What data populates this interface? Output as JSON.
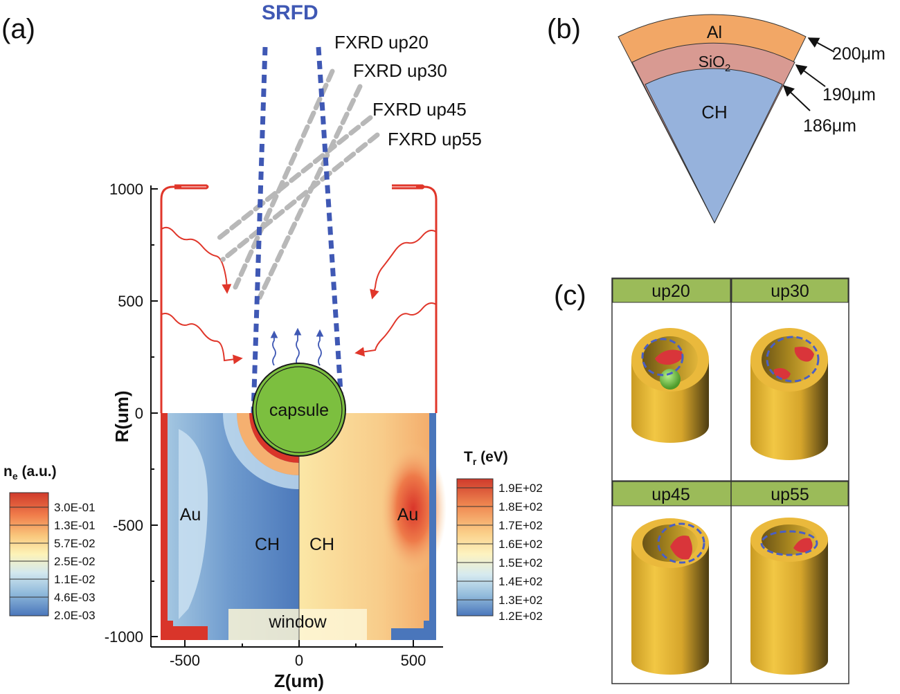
{
  "panels": {
    "a": {
      "label": "(a)",
      "detector_srfd": "SRFD",
      "detectors": [
        "FXRD up20",
        "FXRD up30",
        "FXRD up45",
        "FXRD up55"
      ],
      "x_axis_label": "Z(um)",
      "y_axis_label": "R(um)",
      "x_ticks": [
        "-500",
        "0",
        "500"
      ],
      "y_ticks": [
        "1000",
        "500",
        "0",
        "-500",
        "-1000"
      ],
      "capsule_label": "capsule",
      "regions": {
        "au_left": "Au",
        "au_right": "Au",
        "ch_left": "CH",
        "ch_right": "CH",
        "window": "window"
      },
      "colorbar_ne": {
        "title": "n",
        "title_sub": "e",
        "title_rest": " (a.u.)",
        "ticks": [
          "3.0E-01",
          "1.3E-01",
          "5.7E-02",
          "2.5E-02",
          "1.1E-02",
          "4.6E-03",
          "2.0E-03"
        ]
      },
      "colorbar_tr": {
        "title": "T",
        "title_sub": "r",
        "title_rest": " (eV)",
        "ticks": [
          "1.9E+02",
          "1.8E+02",
          "1.7E+02",
          "1.6E+02",
          "1.5E+02",
          "1.4E+02",
          "1.3E+02",
          "1.2E+02"
        ]
      }
    },
    "b": {
      "label": "(b)",
      "layers": [
        "Al",
        "SiO",
        "CH"
      ],
      "sio2_sub": "2",
      "radii": [
        "200μm",
        "190μm",
        "186μm"
      ]
    },
    "c": {
      "label": "(c)",
      "views": [
        "up20",
        "up30",
        "up45",
        "up55"
      ]
    }
  },
  "colors": {
    "srfd": "#3f58b4",
    "fxrd": "#b8b8b8",
    "hohlraum": "#e0362a",
    "capsule": "#7cbf3f",
    "al": "#f2a766",
    "sio2": "#d89a92",
    "ch": "#96b2dc",
    "header": "#9bbb59",
    "gold": "#e0b23a"
  }
}
